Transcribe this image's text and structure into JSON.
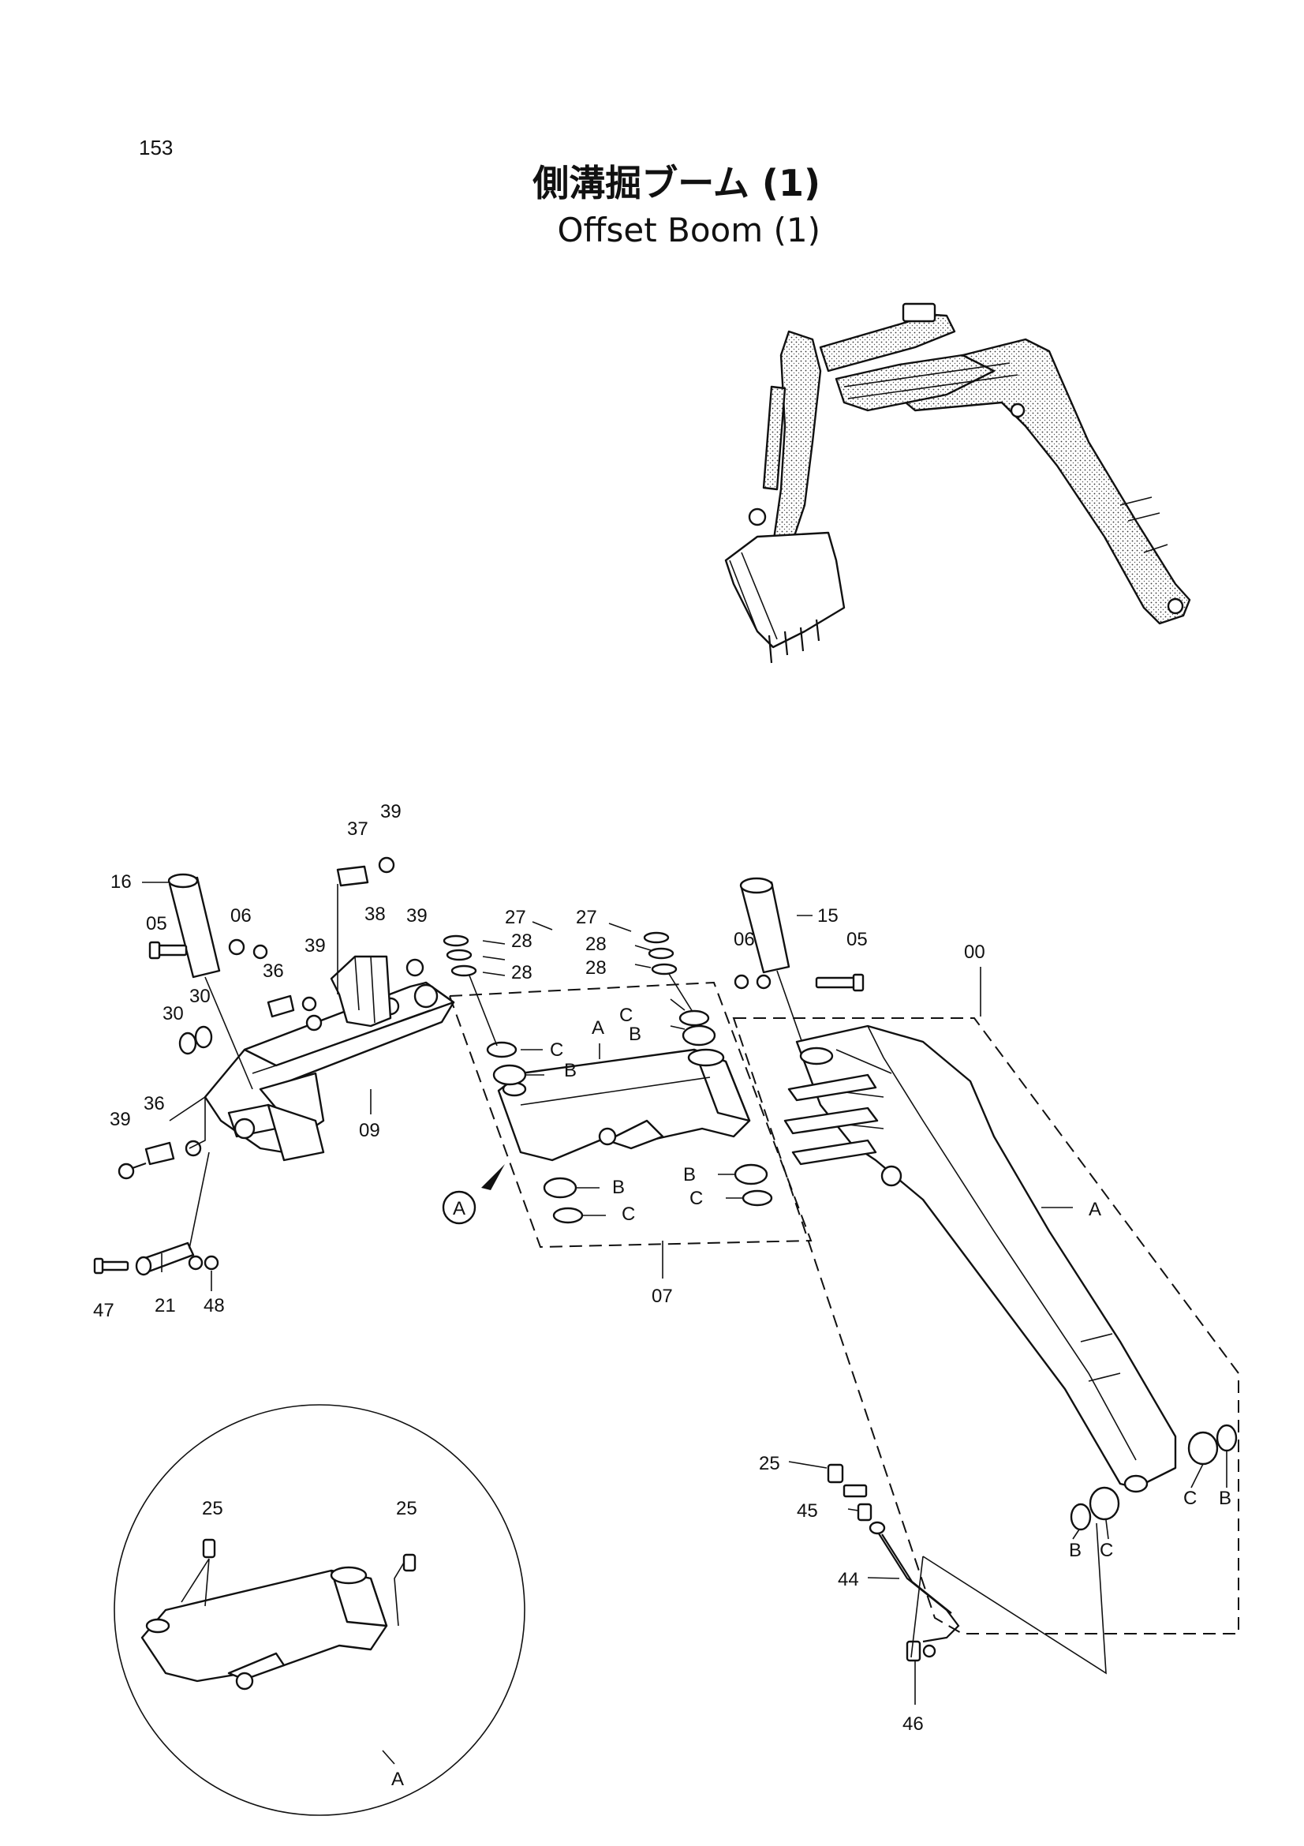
{
  "page_number": "153",
  "title_jp": "側溝掘ブーム (1)",
  "title_en": "Offset Boom (1)",
  "view_marker": "A",
  "labels": {
    "l00": "00",
    "l05a": "05",
    "l05b": "05",
    "l06a": "06",
    "l06b": "06",
    "l07": "07",
    "l09": "09",
    "l15": "15",
    "l16": "16",
    "l21": "21",
    "l25a": "25",
    "l25b": "25",
    "l25c": "25",
    "l27a": "27",
    "l27b": "27",
    "l28a": "28",
    "l28b": "28",
    "l28c": "28",
    "l28d": "28",
    "l30a": "30",
    "l30b": "30",
    "l36a": "36",
    "l36b": "36",
    "l37": "37",
    "l38": "38",
    "l39a": "39",
    "l39b": "39",
    "l39c": "39",
    "l39d": "39",
    "l44": "44",
    "l45": "45",
    "l46": "46",
    "l47": "47",
    "l48": "48",
    "lA1": "A",
    "lA2": "A",
    "lA3": "A",
    "lB1": "B",
    "lB2": "B",
    "lB3": "B",
    "lB4": "B",
    "lB5": "B",
    "lB6": "B",
    "lC1": "C",
    "lC2": "C",
    "lC3": "C",
    "lC4": "C",
    "lC5": "C",
    "lC6": "C"
  }
}
